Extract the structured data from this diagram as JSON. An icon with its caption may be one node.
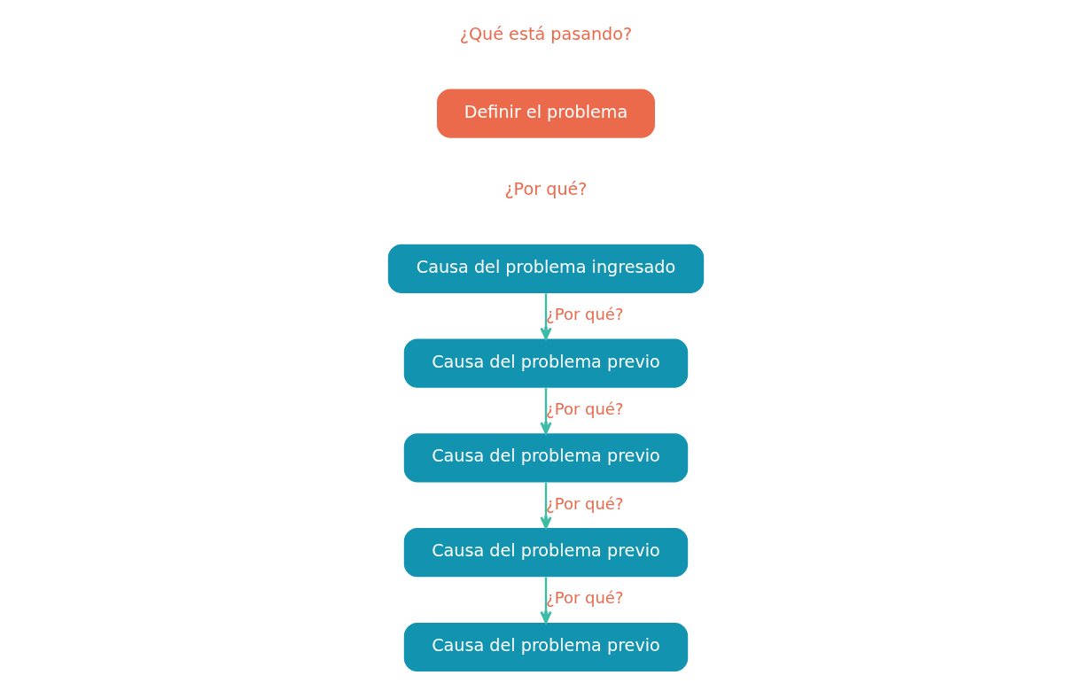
{
  "diagram": {
    "nodes": [
      {
        "text": [
          "Definir el problema"
        ],
        "beside": [
          "¿Qué está pasando?"
        ]
      },
      {
        "text": [
          "Causa del problema ingresado"
        ]
      },
      {
        "text": [
          "Causa del problema previo"
        ]
      },
      {
        "text": [
          "Causa del problema previo"
        ]
      },
      {
        "text": [
          "Causa del problema previo"
        ]
      },
      {
        "text": [
          "Causa del problema previo"
        ]
      }
    ],
    "edges": [
      {
        "from": 1,
        "to": 2,
        "arrow": "to",
        "label": "¿Por qué?"
      },
      {
        "from": 2,
        "to": 3,
        "arrow": "to",
        "label": "¿Por qué?"
      },
      {
        "from": 3,
        "to": 4,
        "arrow": "to",
        "label": "¿Por qué?"
      },
      {
        "from": 4,
        "to": 5,
        "arrow": "to",
        "label": "¿Por qué?"
      }
    ],
    "labels": [
      "¿Por qué?"
    ]
  }
}
